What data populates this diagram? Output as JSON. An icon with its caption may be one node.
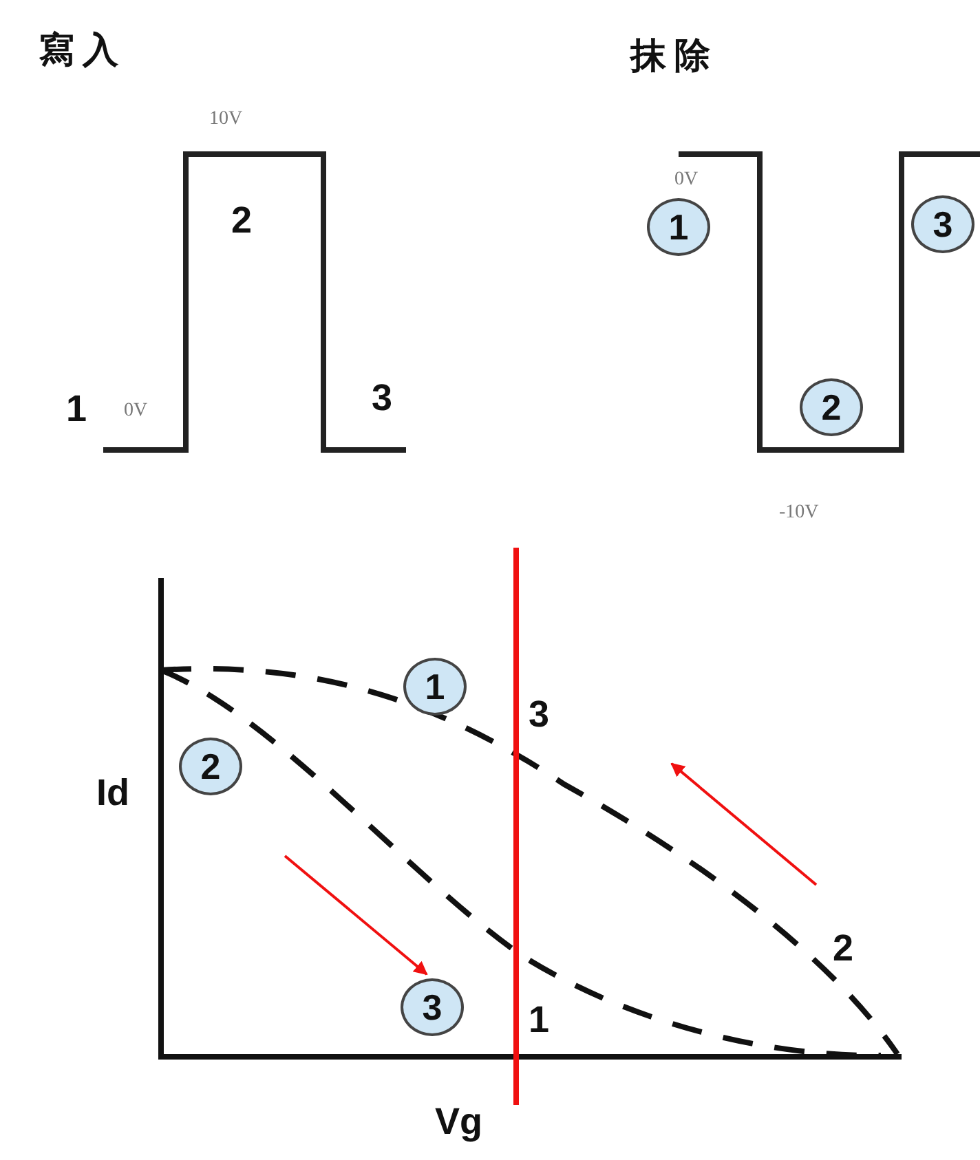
{
  "diagram": {
    "nodes": [
      {
        "text": [
          "1"
        ]
      },
      {
        "text": [
          "3"
        ]
      },
      {
        "text": [
          "2"
        ]
      },
      {
        "text": [
          "1"
        ]
      },
      {
        "text": [
          "2"
        ]
      },
      {
        "text": [
          "3"
        ]
      }
    ],
    "labels": [
      "寫入",
      "抹除",
      "10V",
      "0V",
      "2",
      "1",
      "0V",
      "3",
      "-10V",
      "3",
      "Id",
      "2",
      "1",
      "Vg"
    ]
  }
}
